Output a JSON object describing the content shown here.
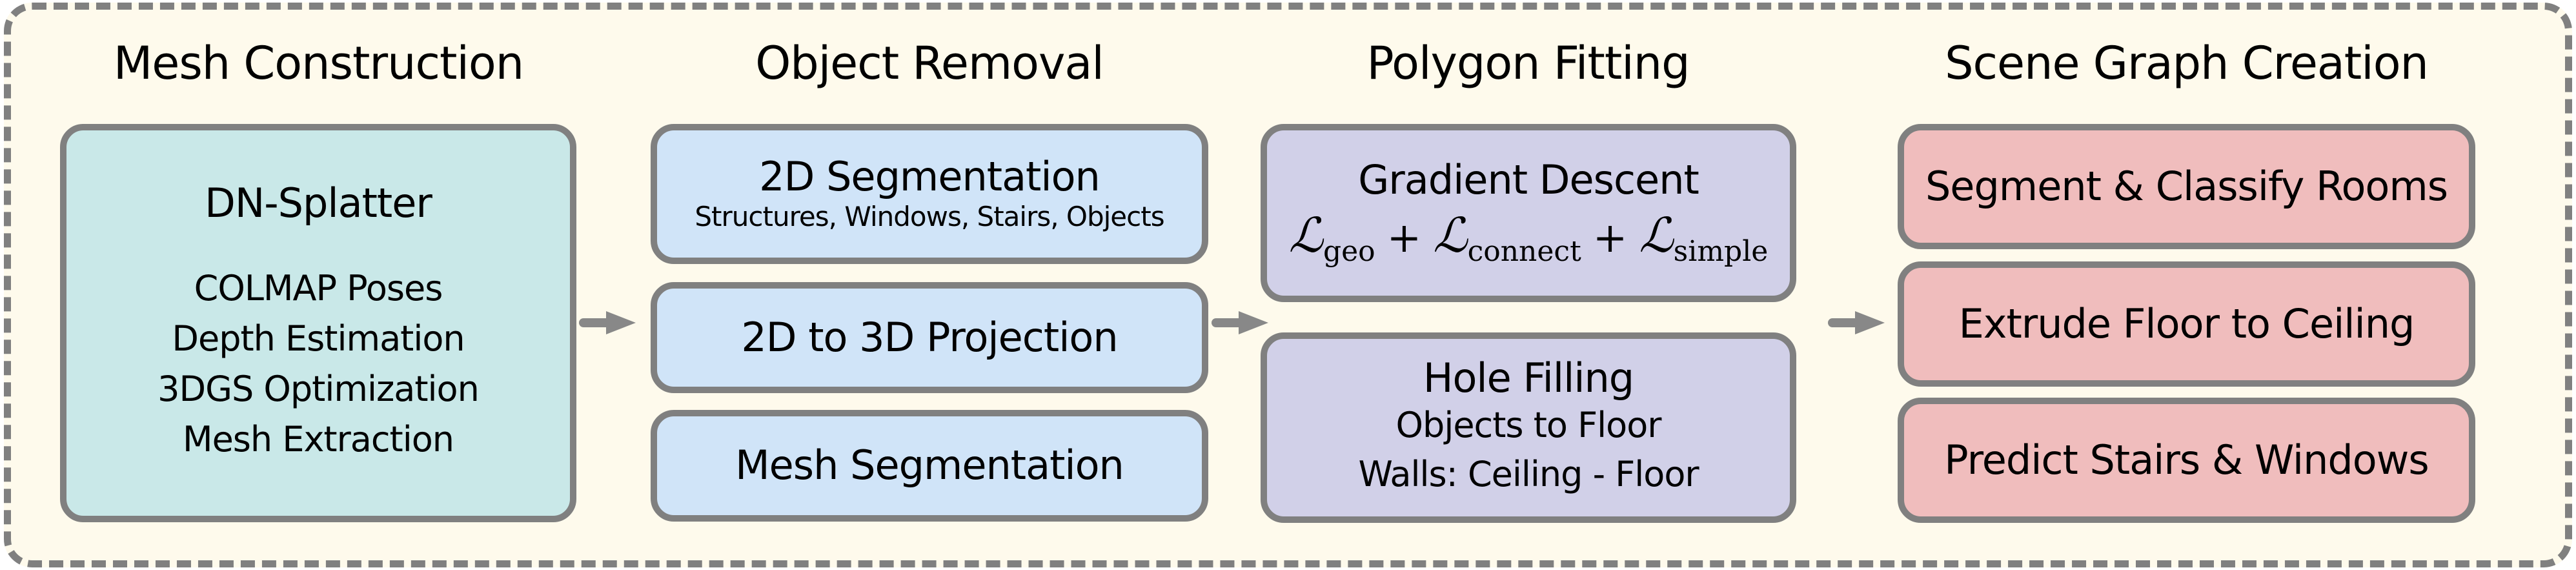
{
  "diagram": {
    "type": "pipeline",
    "colors": {
      "background": "#FEFAEC",
      "frame_border": "#808080",
      "box_border": "#808080",
      "arrow": "#888888",
      "mesh_construction_fill": "#C9E8E8",
      "object_removal_fill": "#D0E4F8",
      "polygon_fitting_fill": "#D1D0E8",
      "scene_graph_fill": "#F0BDBD"
    },
    "stages": [
      {
        "title": "Mesh Construction",
        "boxes": [
          {
            "title": "DN-Splatter",
            "items": [
              "COLMAP Poses",
              "Depth Estimation",
              "3DGS Optimization",
              "Mesh Extraction"
            ]
          }
        ]
      },
      {
        "title": "Object Removal",
        "boxes": [
          {
            "title": "2D Segmentation",
            "subtitle": "Structures, Windows, Stairs, Objects"
          },
          {
            "title": "2D to 3D Projection"
          },
          {
            "title": "Mesh Segmentation"
          }
        ]
      },
      {
        "title": "Polygon Fitting",
        "boxes": [
          {
            "title": "Gradient Descent",
            "formula": {
              "symbol": "ℒ",
              "terms": [
                "geo",
                "connect",
                "simple"
              ],
              "operator": "+"
            }
          },
          {
            "title": "Hole Filling",
            "items": [
              "Objects to Floor",
              "Walls: Ceiling - Floor"
            ]
          }
        ]
      },
      {
        "title": "Scene Graph Creation",
        "boxes": [
          {
            "title": "Segment & Classify Rooms"
          },
          {
            "title": "Extrude Floor to Ceiling"
          },
          {
            "title": "Predict Stairs & Windows"
          }
        ]
      }
    ],
    "arrows": [
      {
        "from": "Mesh Construction",
        "to": "Object Removal"
      },
      {
        "from": "Object Removal",
        "to": "Polygon Fitting"
      },
      {
        "from": "Polygon Fitting",
        "to": "Scene Graph Creation"
      }
    ]
  }
}
